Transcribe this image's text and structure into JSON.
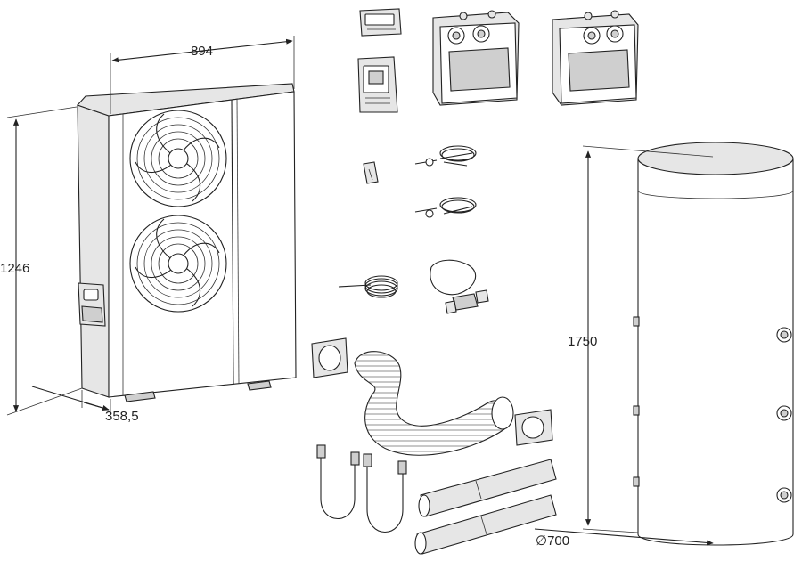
{
  "dimensions": {
    "outdoor_unit_width": "894",
    "outdoor_unit_height": "1246",
    "outdoor_unit_depth": "358,5",
    "tank_height": "1750",
    "tank_diameter": "∅700"
  }
}
